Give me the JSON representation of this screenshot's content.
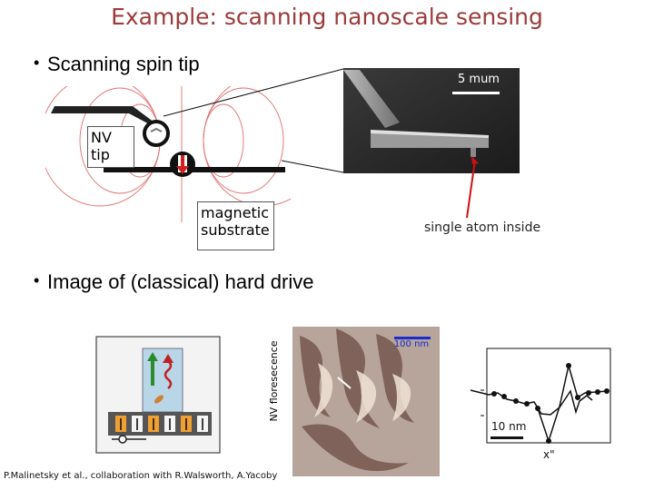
{
  "title": "Example: scanning nanoscale sensing",
  "bullets": {
    "first": "Scanning spin tip",
    "second": "Image of (classical) hard drive"
  },
  "diagram": {
    "nv_tip_label": "NV tip",
    "substrate_label": "magnetic substrate"
  },
  "sem": {
    "scale_bar_label": "5 mum",
    "atom_caption": "single atom inside"
  },
  "hard_drive": {
    "y_axis_label": "NV floresecence",
    "scale_bar_label": "100 nm"
  },
  "line_plot": {
    "scale_bar_label": "10 nm",
    "x_axis_label": "x\""
  },
  "citation": "P.Malinetsky et al., collaboration with R.Walsworth, A.Yacoby"
}
